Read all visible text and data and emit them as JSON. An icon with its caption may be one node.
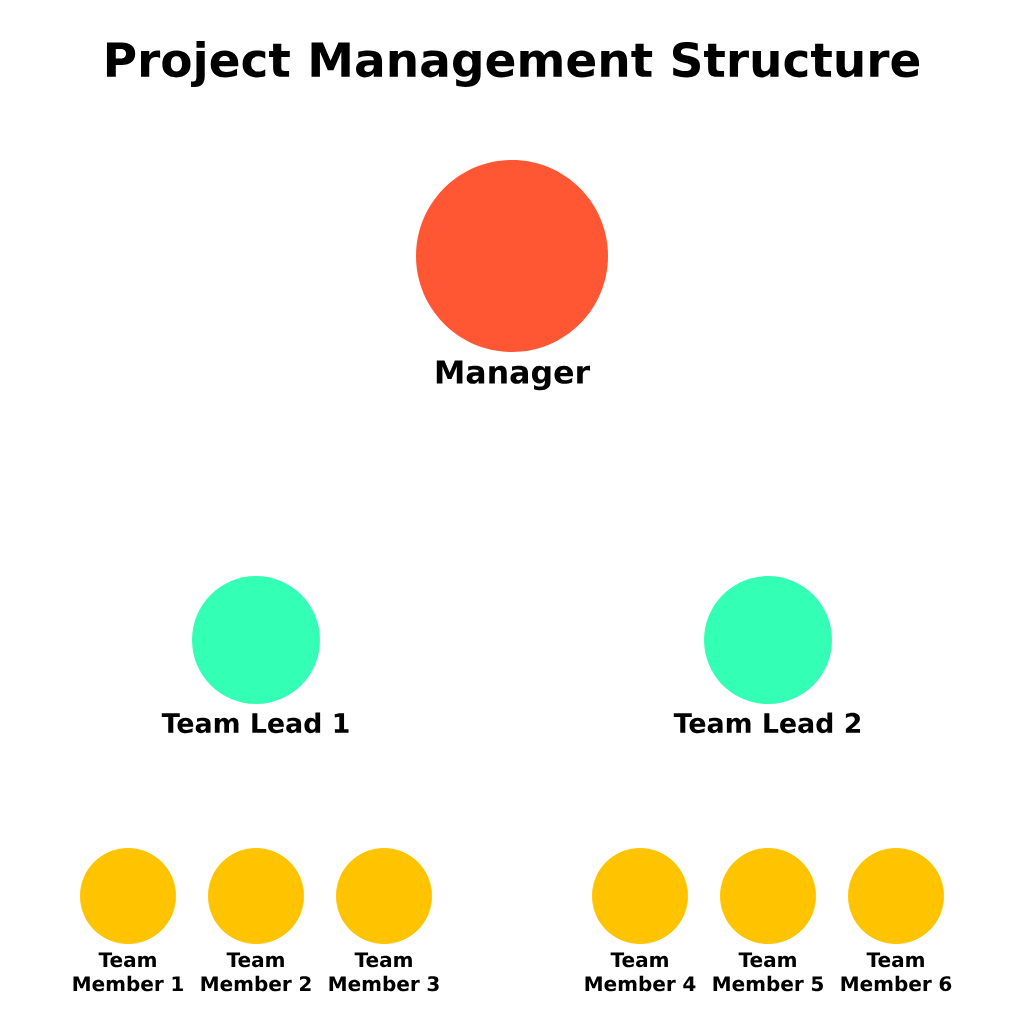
{
  "diagram": {
    "title": "Project Management Structure",
    "nodes": [
      {
        "text": [
          "Manager"
        ]
      },
      {
        "text": [
          "Team Lead 1"
        ]
      },
      {
        "text": [
          "Team Lead 2"
        ]
      },
      {
        "text": [
          "Team Member 1"
        ]
      },
      {
        "text": [
          "Team Member 2"
        ]
      },
      {
        "text": [
          "Team Member 3"
        ]
      },
      {
        "text": [
          "Team Member 4"
        ]
      },
      {
        "text": [
          "Team Member 5"
        ]
      },
      {
        "text": [
          "Team Member 6"
        ]
      }
    ]
  }
}
